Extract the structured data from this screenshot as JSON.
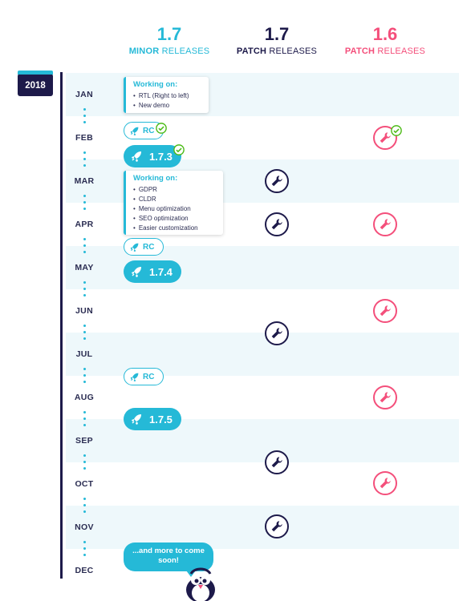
{
  "headers": [
    {
      "version": "1.7",
      "bold": "MINOR",
      "rest": " RELEASES",
      "color": "#25b9d7"
    },
    {
      "version": "1.7",
      "bold": "PATCH",
      "rest": " RELEASES",
      "color": "#1d1a4a"
    },
    {
      "version": "1.6",
      "bold": "PATCH",
      "rest": " RELEASES",
      "color": "#f44f7b"
    }
  ],
  "year": "2018",
  "months": [
    "JAN",
    "FEB",
    "MAR",
    "APR",
    "MAY",
    "JUN",
    "JUL",
    "AUG",
    "SEP",
    "OCT",
    "NOV",
    "DEC"
  ],
  "cards": [
    {
      "title": "Working on:",
      "items": [
        "RTL (Right to left)",
        "New demo"
      ]
    },
    {
      "title": "Working on:",
      "items": [
        "GDPR",
        "CLDR",
        "Menu optimization",
        "SEO optimization",
        "Easier customization"
      ]
    }
  ],
  "rc_label": "RC",
  "releases": [
    "1.7.3",
    "1.7.4",
    "1.7.5"
  ],
  "bubble": "...and more to come soon!",
  "colors": {
    "cyan": "#25b9d7",
    "navy": "#1d1a4a",
    "pink": "#f44f7b",
    "green": "#4cbb17",
    "stripe": "#eef8fb"
  },
  "icons": {
    "rocket": "rocket-icon",
    "wrench": "wrench-icon",
    "check": "check-icon",
    "calendar": "calendar-icon",
    "mascot": "penguin-mascot"
  }
}
